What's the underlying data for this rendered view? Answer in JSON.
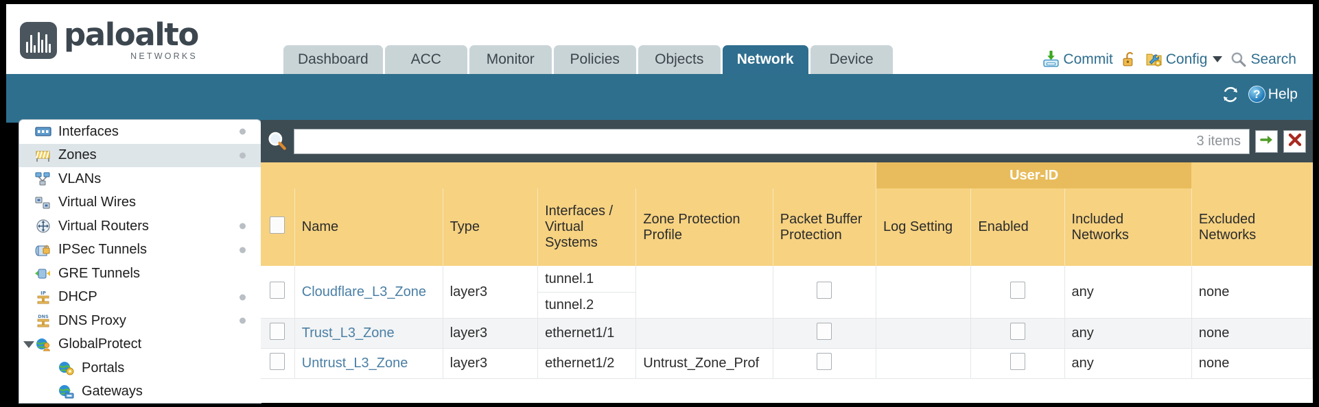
{
  "brand": {
    "name": "paloalto",
    "tagline": "NETWORKS",
    "registered": "®"
  },
  "tabs": [
    {
      "label": "Dashboard",
      "active": false
    },
    {
      "label": "ACC",
      "active": false
    },
    {
      "label": "Monitor",
      "active": false
    },
    {
      "label": "Policies",
      "active": false
    },
    {
      "label": "Objects",
      "active": false
    },
    {
      "label": "Network",
      "active": true
    },
    {
      "label": "Device",
      "active": false
    }
  ],
  "utility": {
    "commit_label": "Commit",
    "commit_icon": "commit-save-icon",
    "lock_icon": "unlocked-padlock-icon",
    "config_label": "Config",
    "config_icon": "config-wrench-folder-icon",
    "search_label": "Search",
    "search_icon": "magnifier-icon"
  },
  "teal_bar": {
    "refresh_icon": "refresh-icon",
    "help_label": "Help",
    "help_icon": "help-question-icon"
  },
  "sidebar": {
    "items": [
      {
        "label": "Interfaces",
        "icon": "interfaces-icon",
        "dot": true,
        "selected": false,
        "child": false,
        "expander": false
      },
      {
        "label": "Zones",
        "icon": "zones-icon",
        "dot": true,
        "selected": true,
        "child": false,
        "expander": false
      },
      {
        "label": "VLANs",
        "icon": "vlans-icon",
        "dot": false,
        "selected": false,
        "child": false,
        "expander": false
      },
      {
        "label": "Virtual Wires",
        "icon": "virtual-wires-icon",
        "dot": false,
        "selected": false,
        "child": false,
        "expander": false
      },
      {
        "label": "Virtual Routers",
        "icon": "virtual-routers-icon",
        "dot": true,
        "selected": false,
        "child": false,
        "expander": false
      },
      {
        "label": "IPSec Tunnels",
        "icon": "ipsec-tunnels-icon",
        "dot": true,
        "selected": false,
        "child": false,
        "expander": false
      },
      {
        "label": "GRE Tunnels",
        "icon": "gre-tunnels-icon",
        "dot": false,
        "selected": false,
        "child": false,
        "expander": false
      },
      {
        "label": "DHCP",
        "icon": "dhcp-icon",
        "dot": true,
        "selected": false,
        "child": false,
        "expander": false
      },
      {
        "label": "DNS Proxy",
        "icon": "dns-proxy-icon",
        "dot": true,
        "selected": false,
        "child": false,
        "expander": false
      },
      {
        "label": "GlobalProtect",
        "icon": "globalprotect-icon",
        "dot": false,
        "selected": false,
        "child": false,
        "expander": true
      },
      {
        "label": "Portals",
        "icon": "portals-icon",
        "dot": false,
        "selected": false,
        "child": true,
        "expander": false
      },
      {
        "label": "Gateways",
        "icon": "gateways-icon",
        "dot": false,
        "selected": false,
        "child": true,
        "expander": false
      }
    ]
  },
  "search": {
    "value": "",
    "placeholder": "",
    "item_count": "3 items",
    "icon": "magnifier-icon",
    "apply_icon": "green-arrow-icon",
    "clear_icon": "red-x-icon"
  },
  "table": {
    "group_header": "User-ID",
    "columns": [
      "Name",
      "Type",
      "Interfaces / Virtual Systems",
      "Zone Protection Profile",
      "Packet Buffer Protection",
      "Log Setting",
      "Enabled",
      "Included Networks",
      "Excluded Networks"
    ],
    "rows": [
      {
        "name": "Cloudflare_L3_Zone",
        "type": "layer3",
        "interfaces": [
          "tunnel.1",
          "tunnel.2"
        ],
        "zone_protection_profile": "",
        "packet_buffer_protection": false,
        "log_setting": "",
        "userid_enabled": false,
        "included_networks": "any",
        "excluded_networks": "none",
        "alt": false
      },
      {
        "name": "Trust_L3_Zone",
        "type": "layer3",
        "interfaces": [
          "ethernet1/1"
        ],
        "zone_protection_profile": "",
        "packet_buffer_protection": false,
        "log_setting": "",
        "userid_enabled": false,
        "included_networks": "any",
        "excluded_networks": "none",
        "alt": true
      },
      {
        "name": "Untrust_L3_Zone",
        "type": "layer3",
        "interfaces": [
          "ethernet1/2"
        ],
        "zone_protection_profile": "Untrust_Zone_Prof",
        "packet_buffer_protection": false,
        "log_setting": "",
        "userid_enabled": false,
        "included_networks": "any",
        "excluded_networks": "none",
        "alt": false
      }
    ]
  },
  "colors": {
    "teal": "#2e6f8e",
    "toolbar_dark": "#3d4b52",
    "header_gold": "#f6d281",
    "group_gold": "#e8bc5c",
    "link_blue": "#4a7fa5",
    "tab_inactive": "#c9d4d7"
  }
}
